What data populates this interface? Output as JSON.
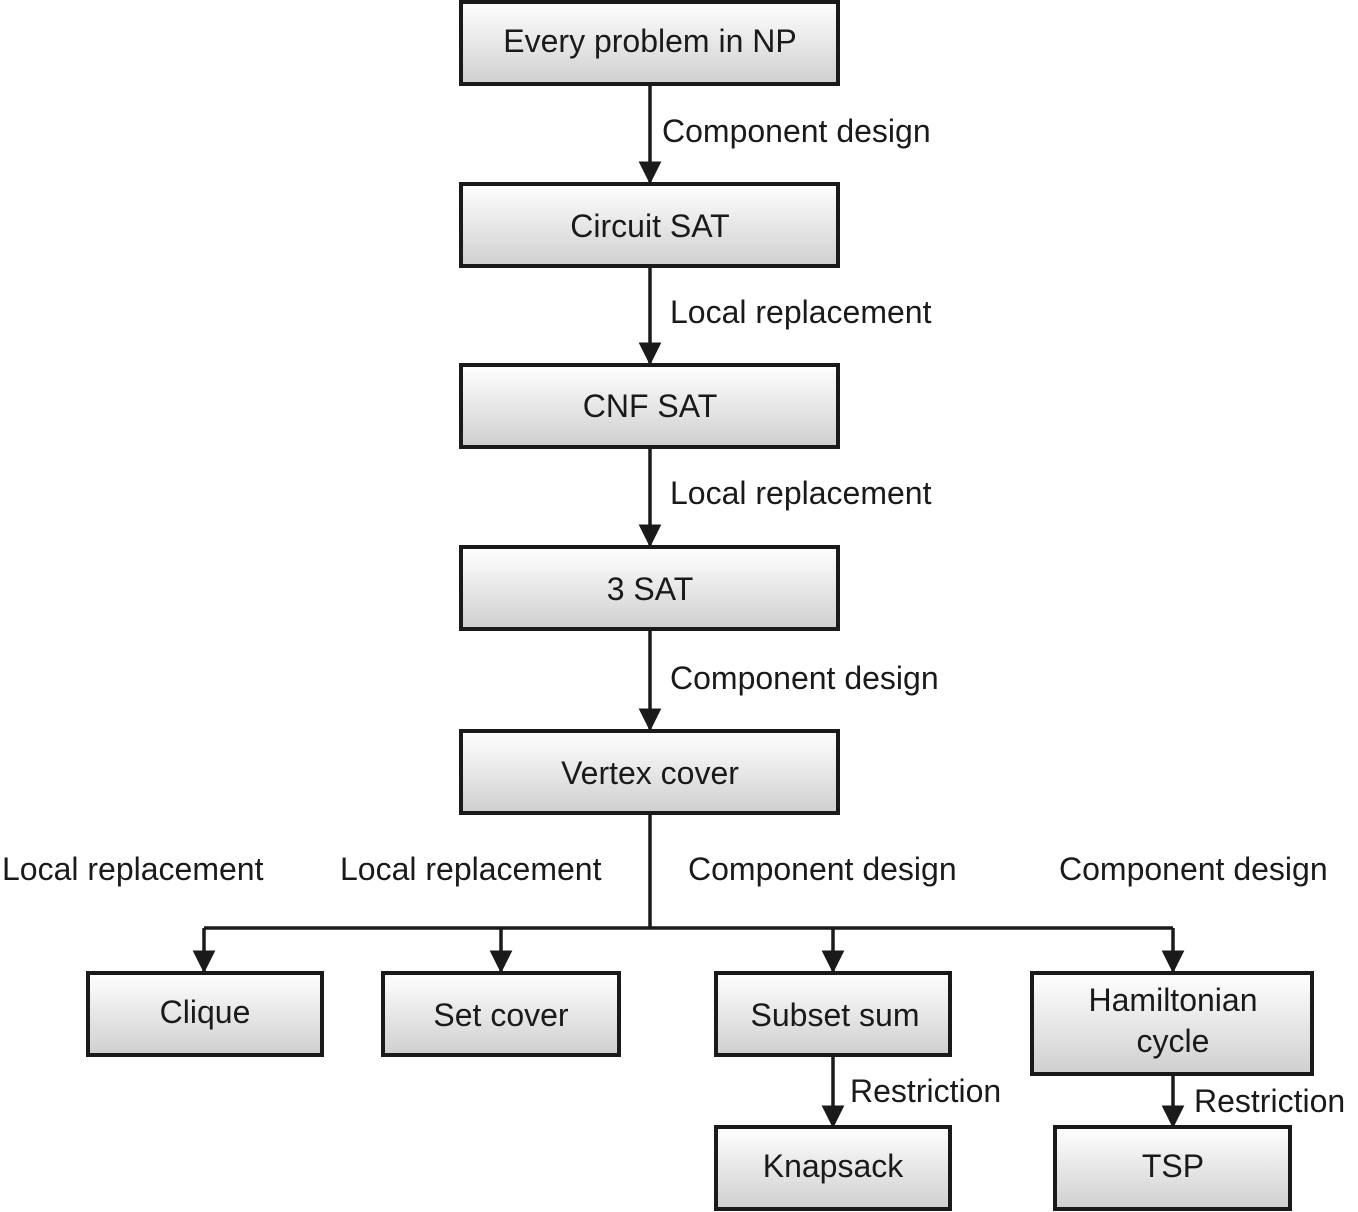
{
  "nodes": {
    "np": "Every problem in NP",
    "circuit_sat": "Circuit SAT",
    "cnf_sat": "CNF SAT",
    "three_sat": "3 SAT",
    "vertex_cover": "Vertex cover",
    "clique": "Clique",
    "set_cover": "Set cover",
    "subset_sum": "Subset sum",
    "hamiltonian_line1": "Hamiltonian",
    "hamiltonian_line2": "cycle",
    "knapsack": "Knapsack",
    "tsp": "TSP"
  },
  "edges": {
    "np_to_circuit": "Component design",
    "circuit_to_cnf": "Local replacement",
    "cnf_to_3sat": "Local replacement",
    "3sat_to_vc": "Component design",
    "vc_to_clique": "Local replacement",
    "vc_to_setcover": "Local replacement",
    "vc_to_subset": "Component design",
    "vc_to_hamiltonian": "Component design",
    "subset_to_knapsack": "Restriction",
    "hamiltonian_to_tsp": "Restriction"
  }
}
